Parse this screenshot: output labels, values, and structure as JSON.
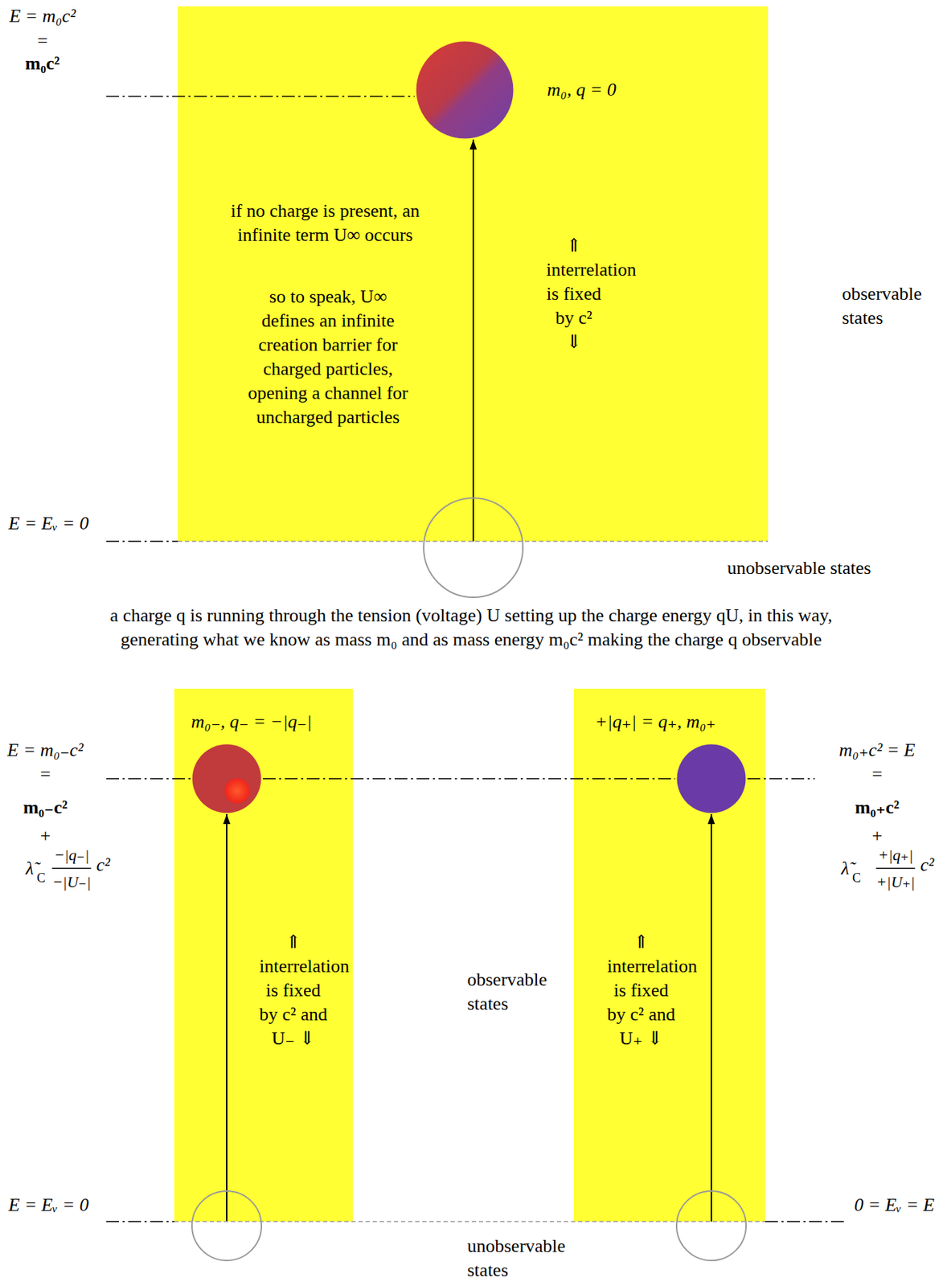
{
  "diagram": {
    "nodes": [
      {
        "text": [
          "if no charge is present, an infinite term U∞ occurs",
          "so to speak, U∞ defines an infinite creation barrier for charged particles, opening a channel for uncharged particles",
          "⇑ interrelation is fixed by c² ⇓"
        ]
      },
      {
        "text": [
          "m₀, q = 0"
        ],
        "in": 0
      },
      {
        "text": [
          "⇑ interrelation is fixed by c² and U₋ ⇓"
        ]
      },
      {
        "text": [
          "m₀₋, q₋ = −|q₋|"
        ],
        "in": 2
      },
      {
        "text": [
          "⇑ interrelation is fixed by c² and U₊ ⇓"
        ]
      },
      {
        "text": [
          "+|q₊| = q₊, m₀₊"
        ],
        "in": 4
      }
    ],
    "labels": [
      "E = m₀c²",
      "=",
      "m₀c²",
      "observable states",
      "E = Eᵥ = 0",
      "unobservable states",
      "a charge q is running through the tension (voltage) U setting up the charge energy qU, in this way, generating what we know as mass m₀ and as mass energy m₀c² making the charge q observable",
      "E = m₀₋c²",
      "=",
      "m₀₋c²",
      "+",
      "λ̃",
      "C",
      "−|q₋|",
      "−|U₋|",
      "c²",
      "observable states",
      "m₀₊c² = E",
      "=",
      "m₀₊c²",
      "+",
      "λ̃",
      "C",
      "+|q₊|",
      "+|U₊|",
      "c²",
      "E = Eᵥ = 0",
      "0 = Eᵥ = E",
      "unobservable states"
    ]
  }
}
